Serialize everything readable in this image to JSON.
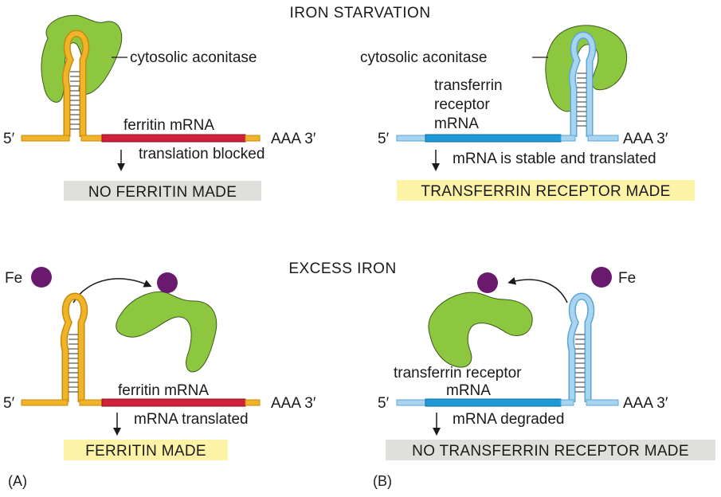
{
  "headers": {
    "top": "IRON STARVATION",
    "middle": "EXCESS IRON"
  },
  "panel_labels": {
    "a": "(A)",
    "b": "(B)"
  },
  "labels": {
    "aconitase": "cytosolic aconitase",
    "ferritin_mrna": "ferritin mRNA",
    "tfr_line1": "transferrin",
    "tfr_line2": "receptor",
    "tfr_line3": "mRNA",
    "tfr_single_line": "transferrin receptor",
    "tfr_mrna": "mRNA",
    "five_prime": "5′",
    "three_prime": "AAA 3′",
    "fe": "Fe"
  },
  "outcomes": {
    "top_left_note": "translation blocked",
    "top_left_result": "NO FERRITIN MADE",
    "top_right_note": "mRNA is stable and translated",
    "top_right_result": "TRANSFERRIN RECEPTOR MADE",
    "bottom_left_note": "mRNA translated",
    "bottom_left_result": "FERRITIN MADE",
    "bottom_right_note": "mRNA degraded",
    "bottom_right_result": "NO TRANSFERRIN RECEPTOR MADE"
  },
  "colors": {
    "ferritin_utr": "#f0b429",
    "ferritin_coding": "#d0203a",
    "tfr_utr": "#a8d4f0",
    "tfr_coding": "#1e9bd6",
    "aconitase": "#8dc63f",
    "iron": "#6a1a6e",
    "made_box": "#fdf3a6",
    "not_made_box": "#dfe0dc"
  }
}
